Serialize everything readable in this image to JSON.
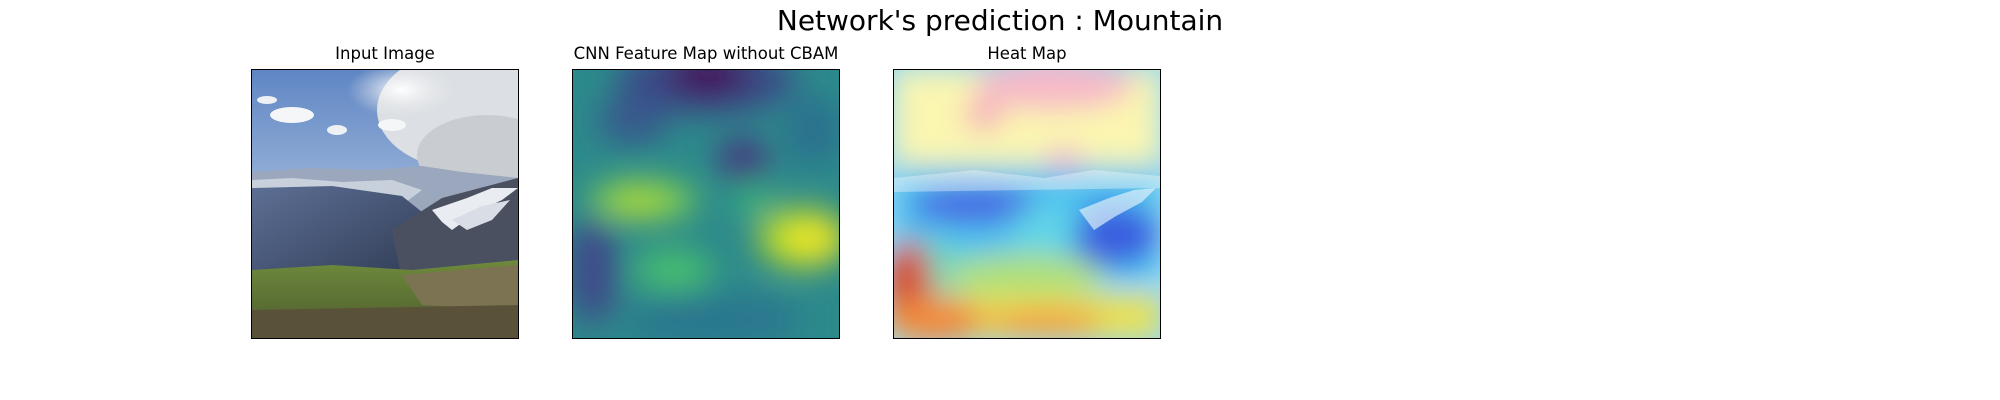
{
  "figure": {
    "suptitle": "Network's prediction : Mountain"
  },
  "panels": [
    {
      "title": "Input Image"
    },
    {
      "title": "CNN Feature Map without CBAM"
    },
    {
      "title": "Heat Map"
    }
  ]
}
